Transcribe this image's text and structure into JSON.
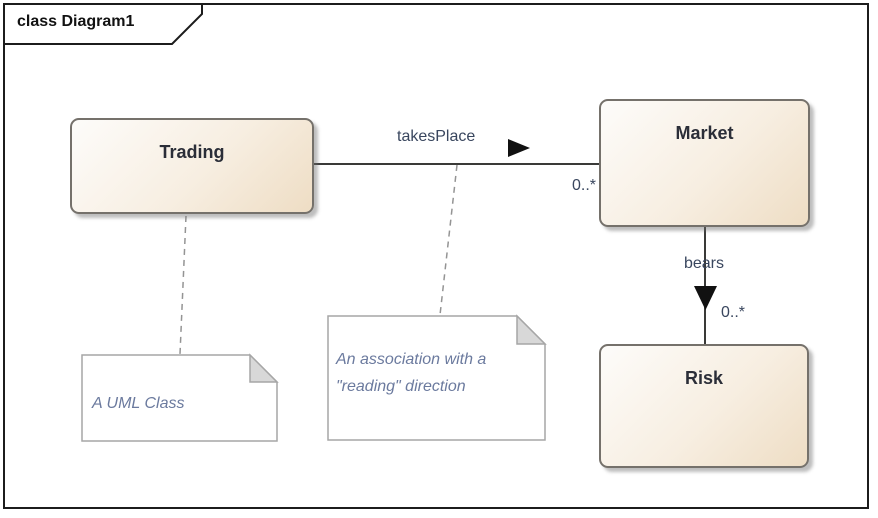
{
  "frame": {
    "kind": "class diagram frame",
    "label": "class Diagram1"
  },
  "classes": [
    {
      "id": "trading",
      "name": "Trading"
    },
    {
      "id": "market",
      "name": "Market"
    },
    {
      "id": "risk",
      "name": "Risk"
    }
  ],
  "associations": [
    {
      "from": "Trading",
      "to": "Market",
      "name": "takesPlace",
      "reading_direction": "right",
      "target_multiplicity": "0..*"
    },
    {
      "from": "Market",
      "to": "Risk",
      "name": "bears",
      "reading_direction": "down",
      "target_multiplicity": "0..*"
    }
  ],
  "notes": [
    {
      "text": "A UML Class",
      "attached_to": "Trading"
    },
    {
      "text": "An association with a \"reading\" direction",
      "attached_to": "takesPlace association"
    }
  ],
  "colors": {
    "frame_border": "#1c1c1c",
    "class_fill_start": "#fdfcfa",
    "class_fill_end": "#eeddc4",
    "class_border": "#75716b",
    "class_title_text": "#2b2e38",
    "connector_line": "#3a3a38",
    "connector_label_text": "#39465e",
    "reading_arrow": "#111111",
    "note_border": "#a6a6a6",
    "note_fold_fill": "#d8d8d8",
    "note_text": "#6b7a9e",
    "dashed_anchor": "#949494"
  }
}
